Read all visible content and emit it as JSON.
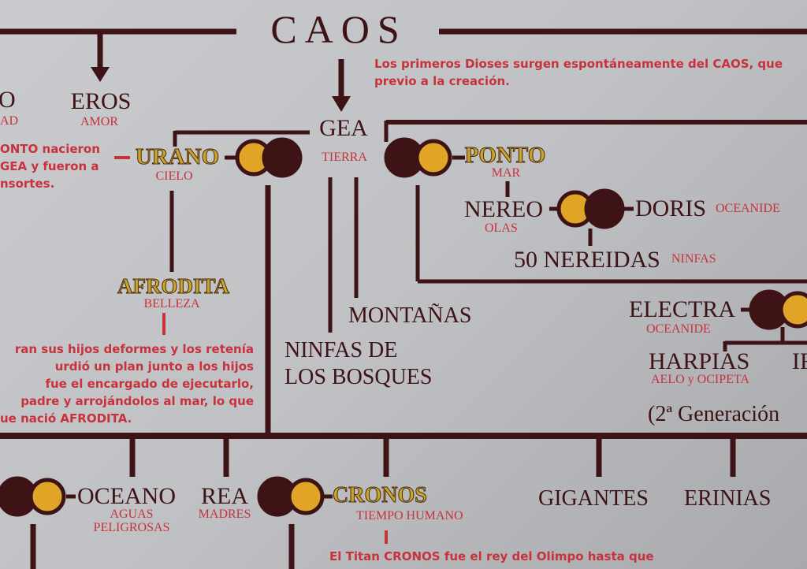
{
  "title": "CAOS",
  "intro_note": [
    "Los primeros Dioses surgen espontáneamente del CAOS, que",
    "previo a la creación."
  ],
  "nodes": {
    "left_cut": {
      "name": "O",
      "sub": "AD"
    },
    "eros": {
      "name": "EROS",
      "sub": "AMOR"
    },
    "gea": {
      "name": "GEA",
      "sub": "TIERRA"
    },
    "urano": {
      "name": "URANO",
      "sub": "CIELO"
    },
    "ponto": {
      "name": "PONTO",
      "sub": "MAR"
    },
    "nereo": {
      "name": "NEREO",
      "sub": "OLAS"
    },
    "doris": {
      "name": "DORIS",
      "sub": "OCEANIDE"
    },
    "nereidas": {
      "name": "50 NEREIDAS",
      "sub": "NINFAS"
    },
    "afrodita": {
      "name": "AFRODITA",
      "sub": "BELLEZA"
    },
    "montanas": {
      "name": "MONTAÑAS"
    },
    "ninfas": {
      "name1": "NINFAS DE",
      "name2": "LOS BOSQUES"
    },
    "electra": {
      "name": "ELECTRA",
      "sub": "OCEANIDE"
    },
    "harpias": {
      "name": "HARPIAS",
      "sub": "AELO y OCIPETA"
    },
    "iris_cut": {
      "name": "IF"
    },
    "generation": "(2ª Generación",
    "oceano": {
      "name": "OCEANO",
      "sub1": "AGUAS",
      "sub2": "PELIGROSAS"
    },
    "rea": {
      "name": "REA",
      "sub": "MADRES"
    },
    "cronos": {
      "name": "CRONOS",
      "sub": "TIEMPO HUMANO"
    },
    "gigantes": {
      "name": "GIGANTES"
    },
    "erinias": {
      "name": "ERINIAS"
    }
  },
  "note_ponto": [
    "ONTO  nacieron",
    "GEA y fueron a",
    "nsortes."
  ],
  "note_urano": [
    "ran sus hijos deformes y los retenía",
    "urdió un plan junto a los hijos",
    "fue el encargado de ejecutarlo,",
    "padre y arrojándolos al mar, lo que",
    "ue nació AFRODITA."
  ],
  "note_cronos": [
    "El Titan CRONOS fue el rey del Olimpo hasta que"
  ],
  "colors": {
    "line": "#3d1316",
    "accent_text": "#c8323a",
    "gold": "#e0a526",
    "background": "#c1c3c6"
  }
}
